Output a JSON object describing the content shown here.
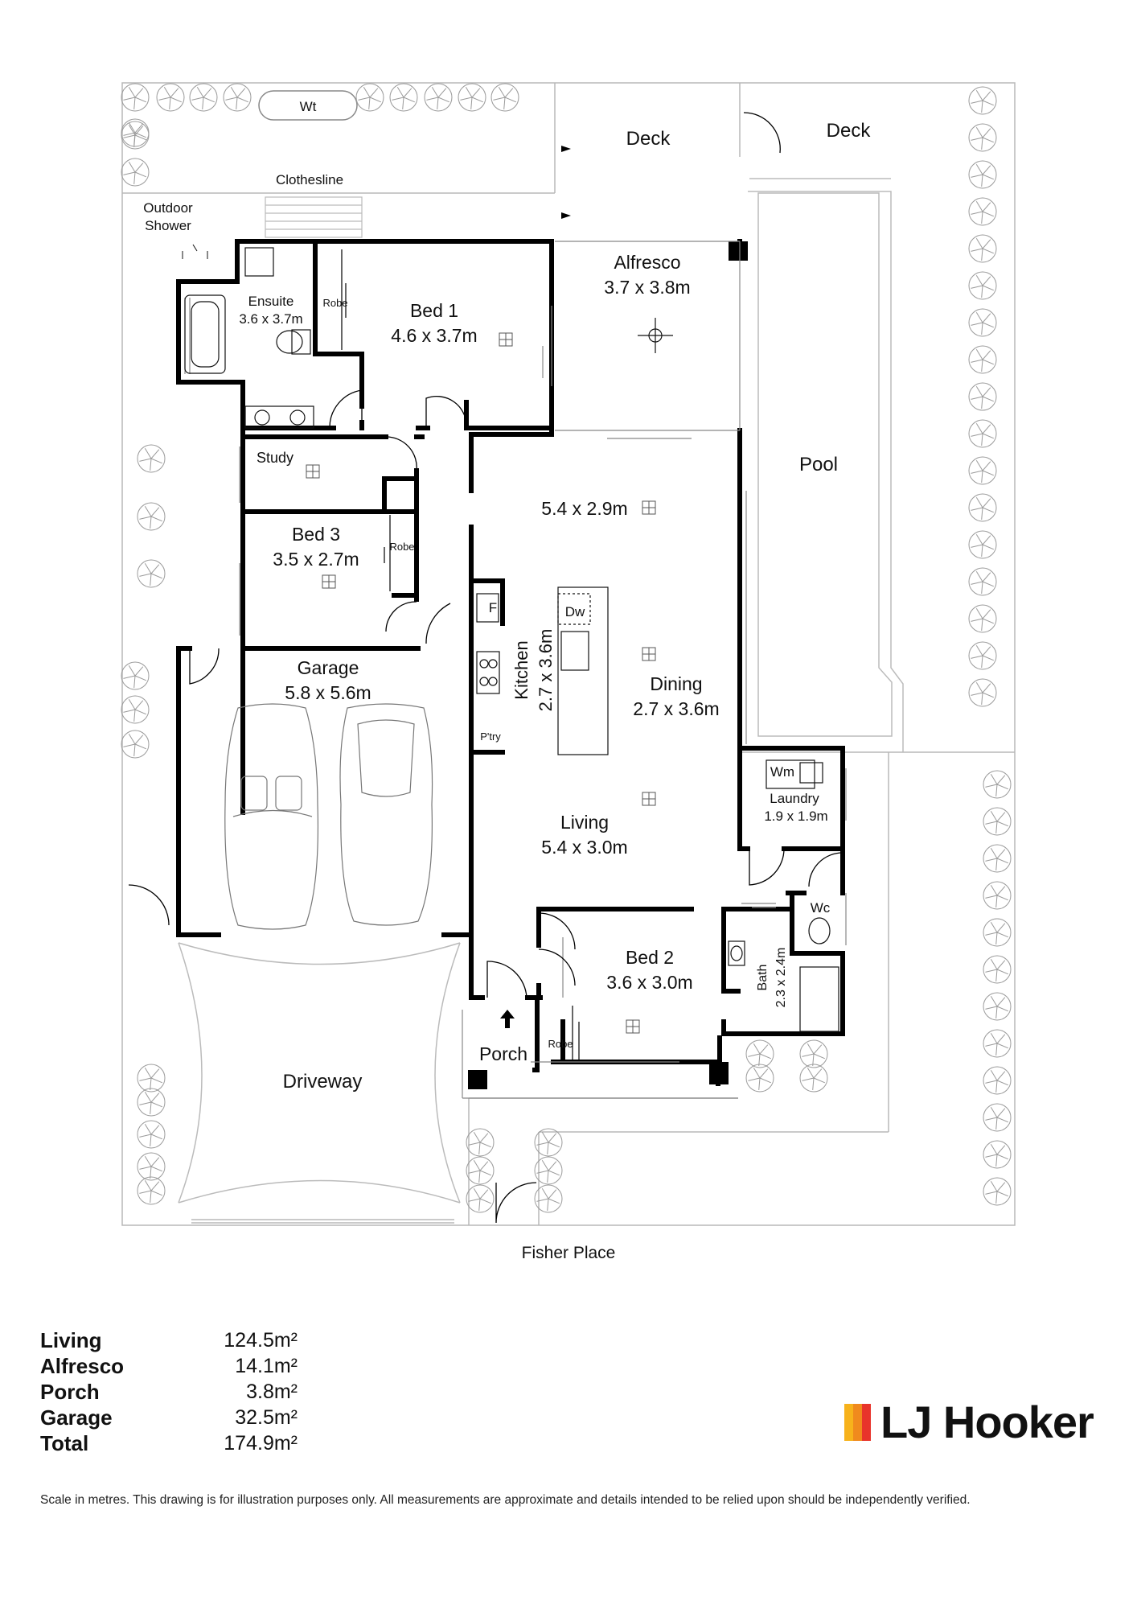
{
  "plan": {
    "street": "Fisher Place",
    "rooms": [
      {
        "key": "wt",
        "name": "Wt",
        "dims": ""
      },
      {
        "key": "deck1",
        "name": "Deck",
        "dims": ""
      },
      {
        "key": "deck2",
        "name": "Deck",
        "dims": ""
      },
      {
        "key": "clothesline",
        "name": "Clothesline",
        "dims": ""
      },
      {
        "key": "outdoor_shower",
        "name": "Outdoor",
        "dims": "Shower"
      },
      {
        "key": "alfresco",
        "name": "Alfresco",
        "dims": "3.7 x 3.8m"
      },
      {
        "key": "ensuite",
        "name": "Ensuite",
        "dims": "3.6 x 3.7m"
      },
      {
        "key": "bed1",
        "name": "Bed 1",
        "dims": "4.6 x 3.7m"
      },
      {
        "key": "robe1",
        "name": "Robe",
        "dims": ""
      },
      {
        "key": "pool",
        "name": "Pool",
        "dims": ""
      },
      {
        "key": "study",
        "name": "Study",
        "dims": ""
      },
      {
        "key": "dims_top",
        "name": "5.4 x 2.9m",
        "dims": ""
      },
      {
        "key": "bed3",
        "name": "Bed 3",
        "dims": "3.5 x 2.7m"
      },
      {
        "key": "robe3",
        "name": "Robe",
        "dims": ""
      },
      {
        "key": "fridge",
        "name": "F",
        "dims": ""
      },
      {
        "key": "dw",
        "name": "Dw",
        "dims": ""
      },
      {
        "key": "garage",
        "name": "Garage",
        "dims": "5.8 x 5.6m"
      },
      {
        "key": "kitchen",
        "name": "Kitchen",
        "dims": "2.7 x 3.6m"
      },
      {
        "key": "dining",
        "name": "Dining",
        "dims": "2.7 x 3.6m"
      },
      {
        "key": "pantry",
        "name": "P'try",
        "dims": ""
      },
      {
        "key": "wm",
        "name": "Wm",
        "dims": ""
      },
      {
        "key": "laundry",
        "name": "Laundry",
        "dims": "1.9 x 1.9m"
      },
      {
        "key": "living",
        "name": "Living",
        "dims": "5.4 x 3.0m"
      },
      {
        "key": "wc",
        "name": "Wc",
        "dims": ""
      },
      {
        "key": "bed2",
        "name": "Bed 2",
        "dims": "3.6 x 3.0m"
      },
      {
        "key": "bath",
        "name": "Bath",
        "dims": "2.3 x 2.4m"
      },
      {
        "key": "porch",
        "name": "Porch",
        "dims": ""
      },
      {
        "key": "robe2",
        "name": "Robe",
        "dims": ""
      },
      {
        "key": "driveway",
        "name": "Driveway",
        "dims": ""
      }
    ]
  },
  "areas": [
    {
      "name": "Living",
      "value": "124.5m²"
    },
    {
      "name": "Alfresco",
      "value": "14.1m²"
    },
    {
      "name": "Porch",
      "value": "3.8m²"
    },
    {
      "name": "Garage",
      "value": "32.5m²"
    },
    {
      "name": "Total",
      "value": "174.9m²"
    }
  ],
  "brand": {
    "name": "LJ Hooker",
    "colors": [
      "#f7b21b",
      "#f08a1d",
      "#e8342b"
    ]
  },
  "disclaimer": "Scale in metres. This drawing is for illustration purposes only. All measurements are approximate and details intended to be relied upon should be independently verified."
}
